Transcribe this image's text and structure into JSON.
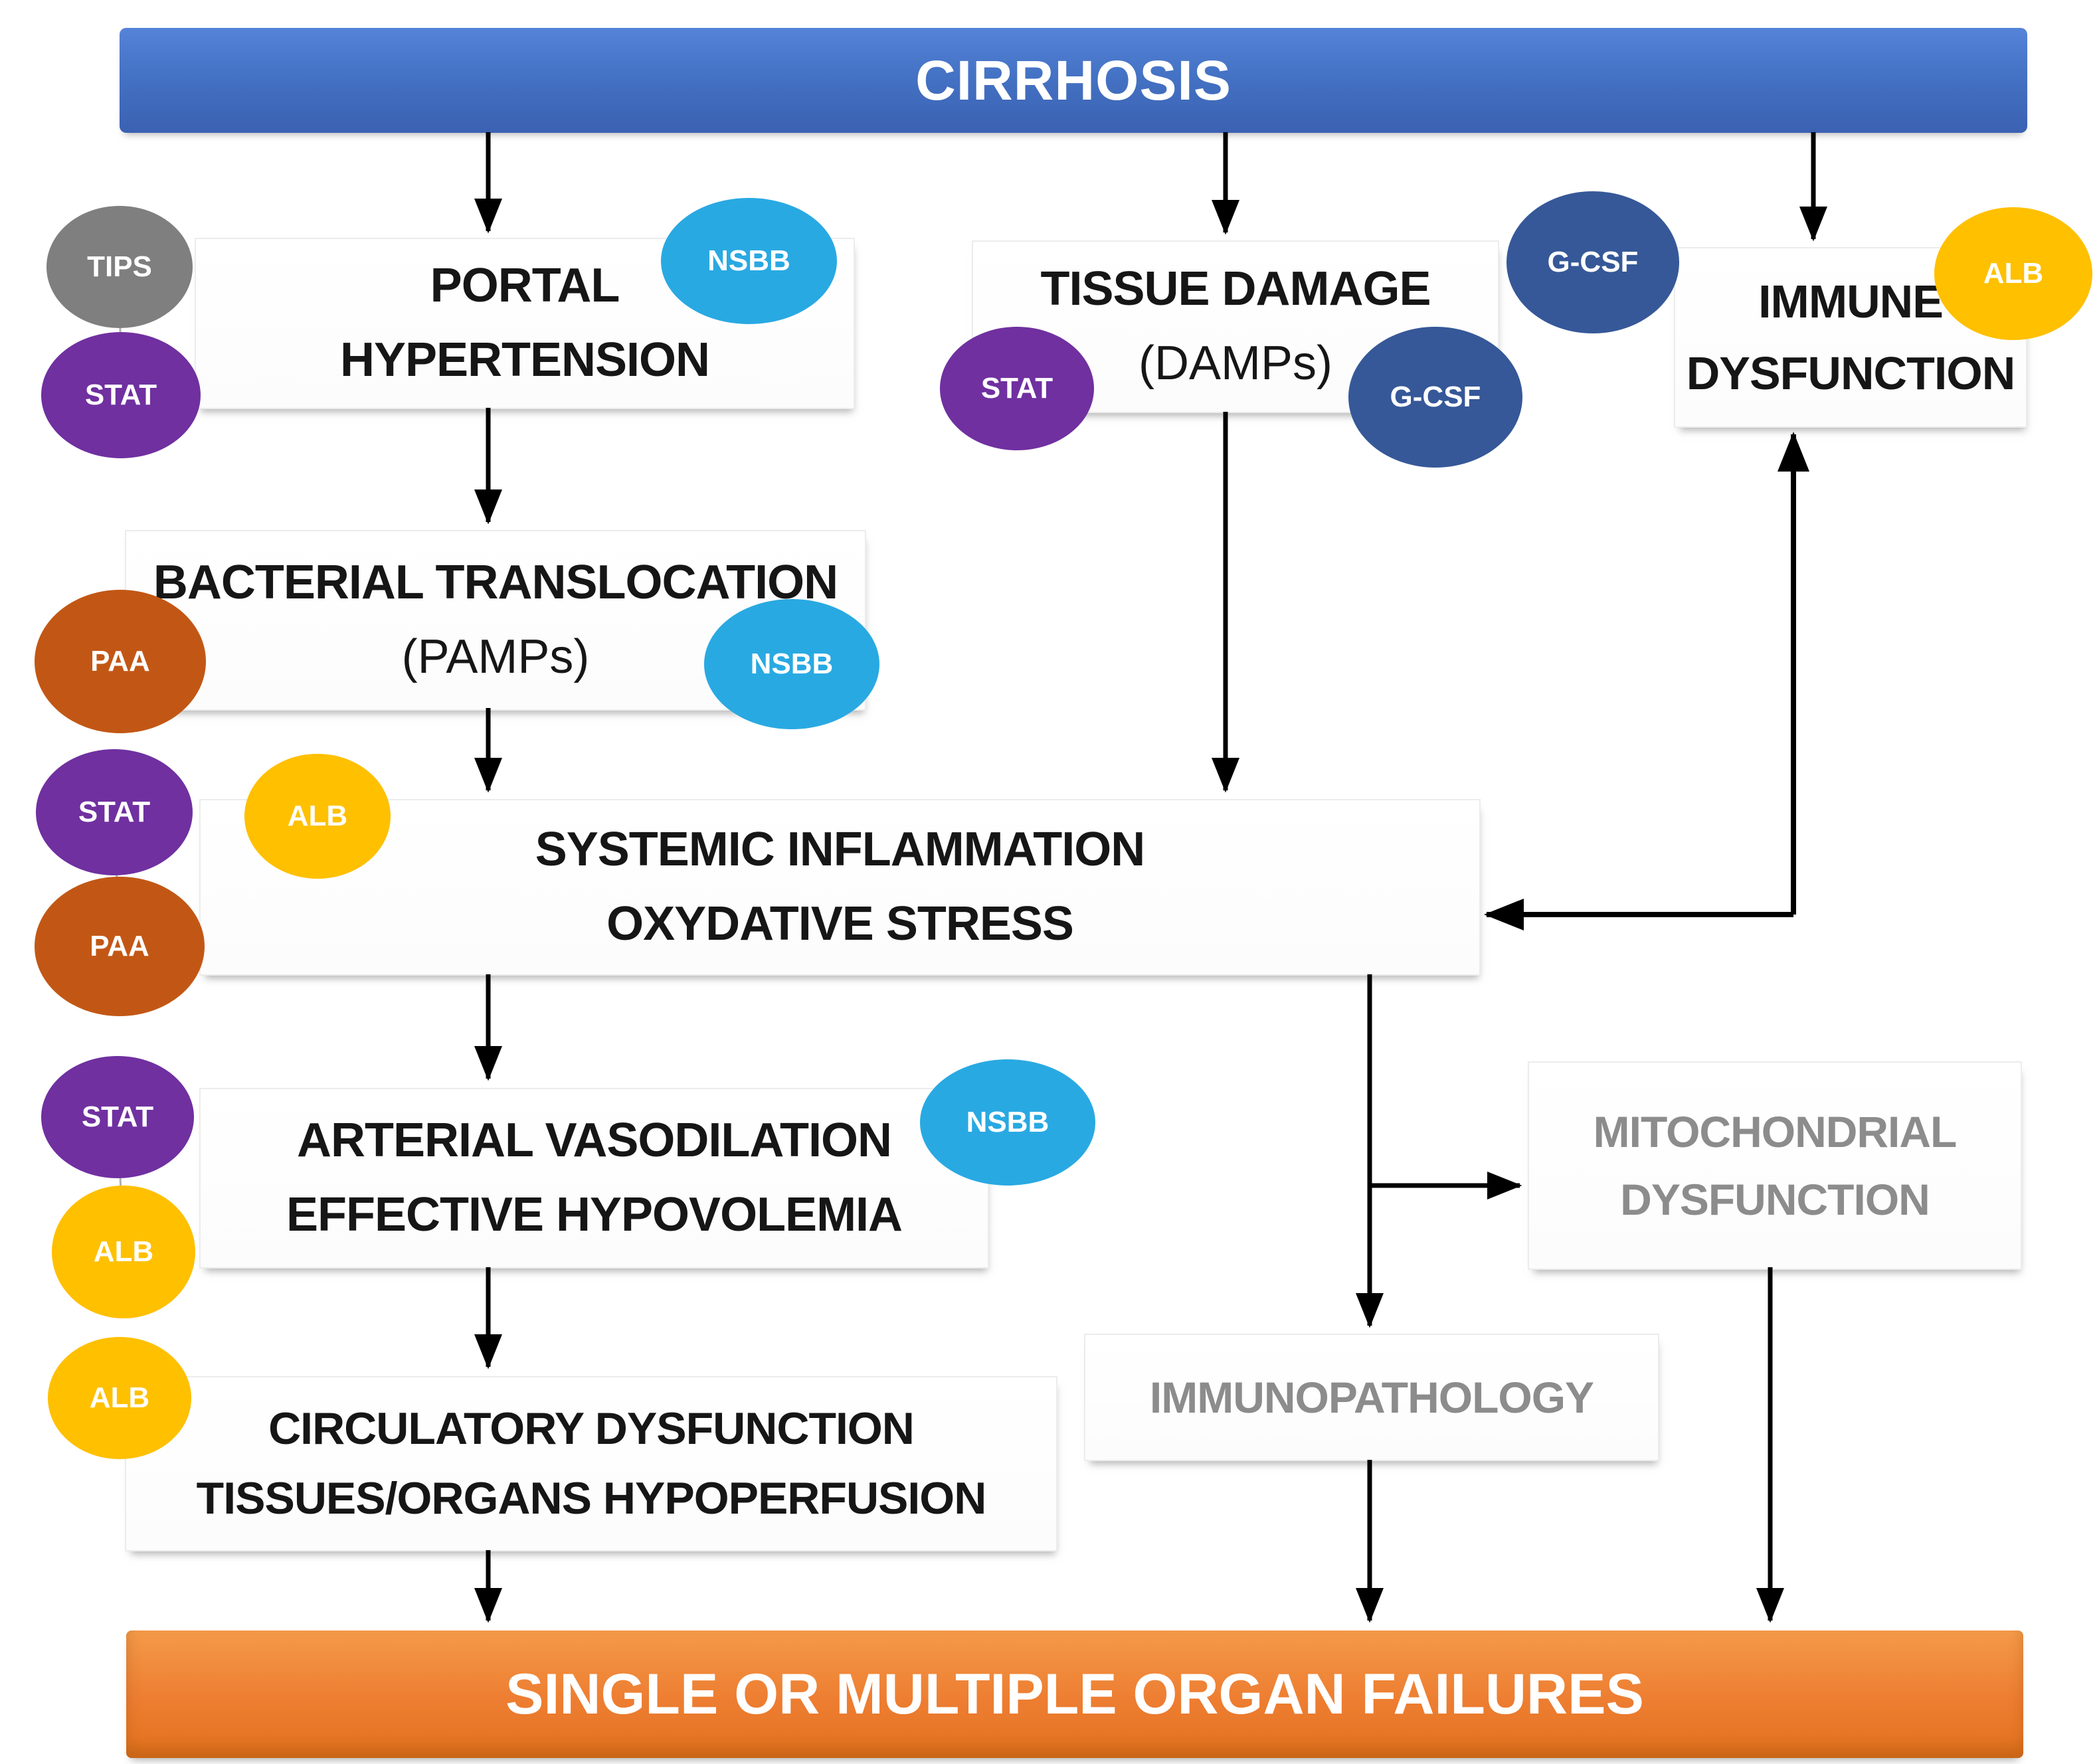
{
  "title_bar": {
    "label": "CIRRHOSIS",
    "bg_color": "#4472C4",
    "text_color": "#FFFFFF"
  },
  "bottom_bar": {
    "label": "SINGLE OR MULTIPLE ORGAN FAILURES",
    "bg_color": "#ED7D31",
    "text_color": "#FFFFFF"
  },
  "boxes": {
    "portal": {
      "line1": "PORTAL",
      "line2": "HYPERTENSION"
    },
    "tissue": {
      "line1": "TISSUE DAMAGE",
      "line2": "(DAMPs)"
    },
    "immune": {
      "line1": "IMMUNE",
      "line2": "DYSFUNCTION"
    },
    "bacterial": {
      "line1": "BACTERIAL TRANSLOCATION",
      "line2": "(PAMPs)"
    },
    "systemic": {
      "line1": "SYSTEMIC INFLAMMATION",
      "line2": "OXYDATIVE STRESS"
    },
    "arterial": {
      "line1": "ARTERIAL VASODILATION",
      "line2": "EFFECTIVE HYPOVOLEMIA"
    },
    "circulatory": {
      "line1": "CIRCULATORY DYSFUNCTION",
      "line2": "TISSUES/ORGANS HYPOPERFUSION"
    },
    "mitochondrial": {
      "line1": "MITOCHONDRIAL",
      "line2": "DYSFUNCTION",
      "text_color": "#8C8C8C"
    },
    "immunopathology": {
      "line1": "IMMUNOPATHOLOGY",
      "text_color": "#8C8C8C"
    }
  },
  "badges": [
    {
      "label": "TIPS",
      "color": "#7F7F7F"
    },
    {
      "label": "STAT",
      "color": "#7030A0"
    },
    {
      "label": "NSBB",
      "color": "#29A9E2"
    },
    {
      "label": "STAT",
      "color": "#7030A0"
    },
    {
      "label": "G-CSF",
      "color": "#365898"
    },
    {
      "label": "G-CSF",
      "color": "#365898"
    },
    {
      "label": "ALB",
      "color": "#FFC000"
    },
    {
      "label": "PAA",
      "color": "#C25715"
    },
    {
      "label": "NSBB",
      "color": "#29A9E2"
    },
    {
      "label": "STAT",
      "color": "#7030A0"
    },
    {
      "label": "ALB",
      "color": "#FFC000"
    },
    {
      "label": "PAA",
      "color": "#C25715"
    },
    {
      "label": "STAT",
      "color": "#7030A0"
    },
    {
      "label": "ALB",
      "color": "#FFC000"
    },
    {
      "label": "NSBB",
      "color": "#29A9E2"
    },
    {
      "label": "ALB",
      "color": "#FFC000"
    }
  ],
  "edges": [
    {
      "from": "CIRRHOSIS",
      "to": "PORTAL HYPERTENSION"
    },
    {
      "from": "CIRRHOSIS",
      "to": "TISSUE DAMAGE (DAMPs)"
    },
    {
      "from": "CIRRHOSIS",
      "to": "IMMUNE DYSFUNCTION"
    },
    {
      "from": "PORTAL HYPERTENSION",
      "to": "BACTERIAL TRANSLOCATION (PAMPs)"
    },
    {
      "from": "BACTERIAL TRANSLOCATION (PAMPs)",
      "to": "SYSTEMIC INFLAMMATION OXYDATIVE STRESS"
    },
    {
      "from": "TISSUE DAMAGE (DAMPs)",
      "to": "SYSTEMIC INFLAMMATION OXYDATIVE STRESS"
    },
    {
      "from": "IMMUNE DYSFUNCTION",
      "to": "SYSTEMIC INFLAMMATION OXYDATIVE STRESS",
      "bidirectional": true
    },
    {
      "from": "SYSTEMIC INFLAMMATION OXYDATIVE STRESS",
      "to": "ARTERIAL VASODILATION EFFECTIVE HYPOVOLEMIA"
    },
    {
      "from": "SYSTEMIC INFLAMMATION OXYDATIVE STRESS",
      "to": "MITOCHONDRIAL DYSFUNCTION"
    },
    {
      "from": "SYSTEMIC INFLAMMATION OXYDATIVE STRESS",
      "to": "IMMUNOPATHOLOGY"
    },
    {
      "from": "ARTERIAL VASODILATION EFFECTIVE HYPOVOLEMIA",
      "to": "CIRCULATORY DYSFUNCTION TISSUES/ORGANS HYPOPERFUSION"
    },
    {
      "from": "CIRCULATORY DYSFUNCTION TISSUES/ORGANS HYPOPERFUSION",
      "to": "SINGLE OR MULTIPLE ORGAN FAILURES"
    },
    {
      "from": "IMMUNOPATHOLOGY",
      "to": "SINGLE OR MULTIPLE ORGAN FAILURES"
    },
    {
      "from": "MITOCHONDRIAL DYSFUNCTION",
      "to": "SINGLE OR MULTIPLE ORGAN FAILURES"
    }
  ]
}
